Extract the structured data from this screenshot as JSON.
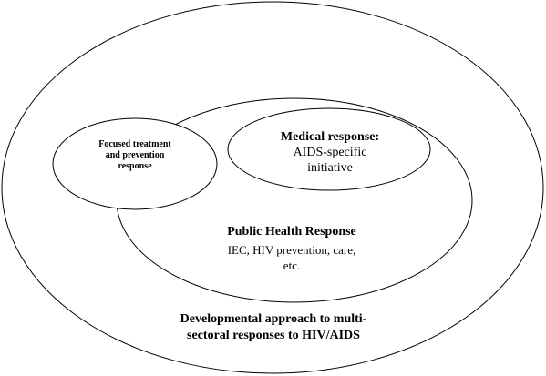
{
  "diagram": {
    "developmental": {
      "line1": "Developmental approach to multi-",
      "line2": "sectoral responses to HIV/AIDS"
    },
    "public_health": {
      "title": "Public Health Response",
      "line1": "IEC, HIV prevention, care,",
      "line2": "etc."
    },
    "medical": {
      "title": "Medical response:",
      "line1": "AIDS-specific",
      "line2": "initiative"
    },
    "focused": {
      "line1": "Focused treatment",
      "line2": "and prevention",
      "line3": "response"
    }
  },
  "colors": {
    "stroke": "#000000",
    "background": "#ffffff"
  }
}
